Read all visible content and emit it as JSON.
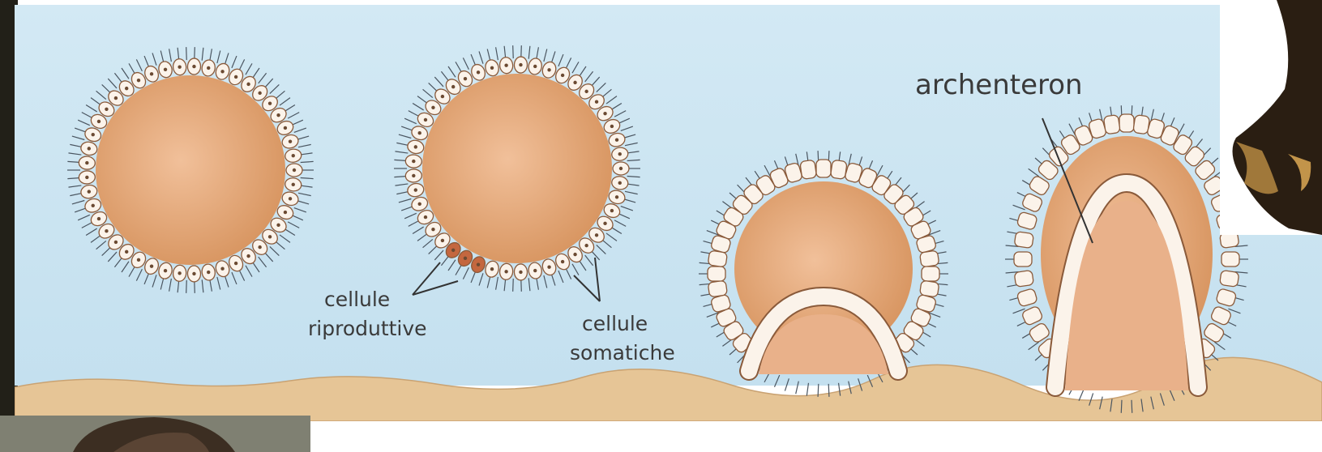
{
  "labels": {
    "archenteron": "archenteron",
    "reproductive_line1": "cellule",
    "reproductive_line2": "riproduttive",
    "somatic_line1": "cellule",
    "somatic_line2": "somatiche"
  },
  "colors": {
    "water": "#cfe6f2",
    "sand": "#e8c79a",
    "yolk": "#e2a878",
    "cell_fill": "#fbf3ea",
    "cell_stroke": "#8a5a3a",
    "reproductive_cell": "#c4673f",
    "cilia": "#4a5560"
  }
}
